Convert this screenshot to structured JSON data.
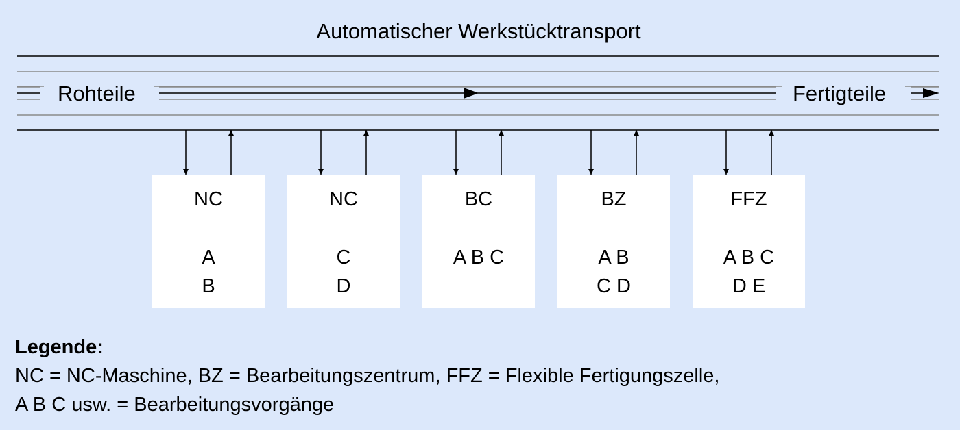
{
  "title": "Automatischer Werkstücktransport",
  "conveyor": {
    "input_label": "Rohteile",
    "output_label": "Fertigteile"
  },
  "machines": [
    {
      "type": "NC",
      "operations": [
        "A",
        "B"
      ]
    },
    {
      "type": "NC",
      "operations": [
        "C",
        "D"
      ]
    },
    {
      "type": "BC",
      "operations": [
        "A B C"
      ]
    },
    {
      "type": "BZ",
      "operations": [
        "A B",
        "C D"
      ]
    },
    {
      "type": "FFZ",
      "operations": [
        "A B C",
        "D E"
      ]
    }
  ],
  "legend": {
    "title": "Legende:",
    "line1": "NC = NC-Maschine, BZ = Bearbeitungszentrum, FFZ = Flexible Fertigungszelle,",
    "line2": "A B C usw. = Bearbeitungsvorgänge"
  },
  "colors": {
    "background": "#dce8fb",
    "box": "#ffffff",
    "rail_dark": "#000000",
    "rail_light": "#8a8a8a"
  }
}
